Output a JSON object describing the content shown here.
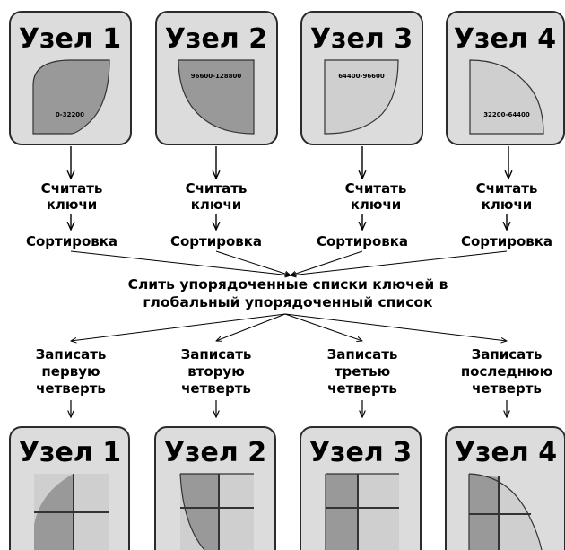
{
  "top_nodes": [
    {
      "title": "Узел 1",
      "range": "0-32200"
    },
    {
      "title": "Узел 2",
      "range": "96600-128800"
    },
    {
      "title": "Узел 3",
      "range": "64400-96600"
    },
    {
      "title": "Узел 4",
      "range": "32200-64400"
    }
  ],
  "steps": {
    "read_keys": [
      "Считать",
      "ключи"
    ],
    "sort": "Сортировка"
  },
  "merge": {
    "line1": "Слить упорядоченные списки ключей в",
    "line2": "глобальный упорядоченный список"
  },
  "write_steps": [
    {
      "line1": "Записать",
      "line2": "первую",
      "line3": "четверть"
    },
    {
      "line1": "Записать",
      "line2": "вторую",
      "line3": "четверть"
    },
    {
      "line1": "Записать",
      "line2": "третью",
      "line3": "четверть"
    },
    {
      "line1": "Записать",
      "line2": "последнюю",
      "line3": "четверть"
    }
  ],
  "bottom_nodes": [
    {
      "title": "Узел 1"
    },
    {
      "title": "Узел 2"
    },
    {
      "title": "Узел 3"
    },
    {
      "title": "Узел 4"
    }
  ],
  "colors": {
    "node_fill": "#dcdcdc",
    "node_stroke": "#2b2b2b",
    "shape_dark": "#999999",
    "shape_light": "#cfcfcf",
    "shape_stroke": "#333333",
    "arrow": "#000000"
  }
}
